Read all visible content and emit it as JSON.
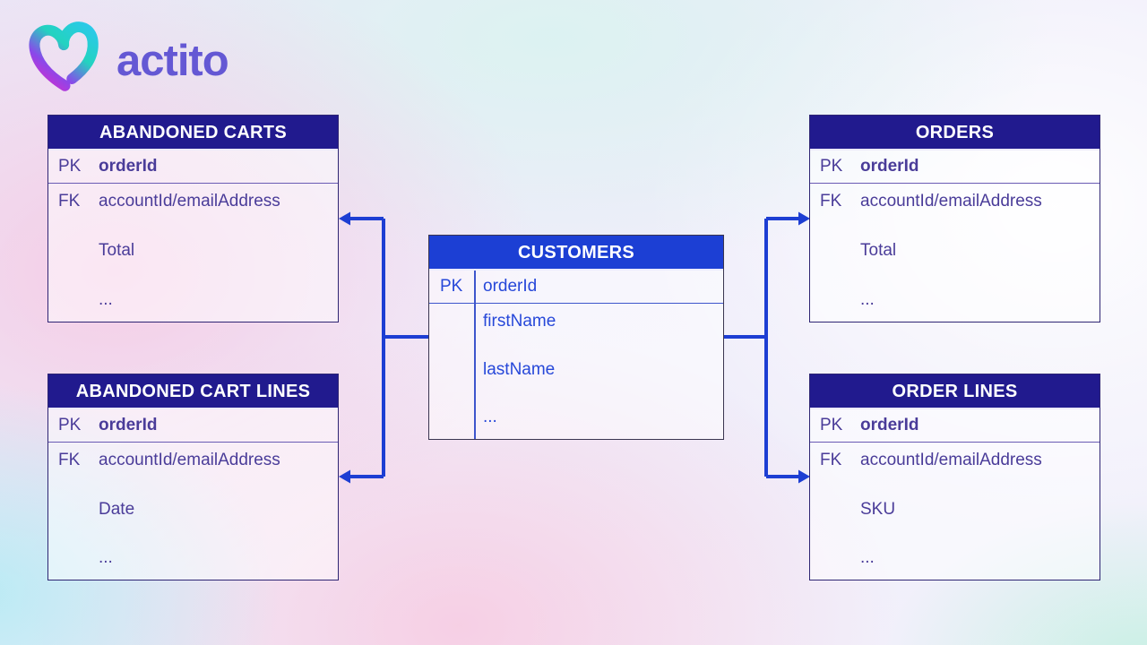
{
  "brand": {
    "name": "actito",
    "icon": "heart-ribbon-icon"
  },
  "colors": {
    "header_navy": "#211a8e",
    "header_blue": "#1c3fd4",
    "connector_blue": "#1d3ed3",
    "table_text_purple": "#4a3c99",
    "table_text_blue": "#2748d9",
    "brand_purple": "#6458d4"
  },
  "diagram": {
    "tables": [
      {
        "id": "abandoned-carts",
        "title": "ABANDONED CARTS",
        "pk_label": "PK",
        "pk_field": "orderId",
        "fk_label": "FK",
        "fields": [
          "accountId/emailAddress",
          "Total",
          "..."
        ]
      },
      {
        "id": "abandoned-cart-lines",
        "title": "ABANDONED CART LINES",
        "pk_label": "PK",
        "pk_field": "orderId",
        "fk_label": "FK",
        "fields": [
          "accountId/emailAddress",
          "Date",
          "..."
        ]
      },
      {
        "id": "customers",
        "title": "CUSTOMERS",
        "pk_label": "PK",
        "pk_field": "orderId",
        "fields": [
          "firstName",
          "lastName",
          "..."
        ]
      },
      {
        "id": "orders",
        "title": "ORDERS",
        "pk_label": "PK",
        "pk_field": "orderId",
        "fk_label": "FK",
        "fields": [
          "accountId/emailAddress",
          "Total",
          "..."
        ]
      },
      {
        "id": "order-lines",
        "title": "ORDER LINES",
        "pk_label": "PK",
        "pk_field": "orderId",
        "fk_label": "FK",
        "fields": [
          "accountId/emailAddress",
          "SKU",
          "..."
        ]
      }
    ],
    "relationships": [
      {
        "from": "CUSTOMERS",
        "to": "ABANDONED CARTS"
      },
      {
        "from": "CUSTOMERS",
        "to": "ABANDONED CART LINES"
      },
      {
        "from": "CUSTOMERS",
        "to": "ORDERS"
      },
      {
        "from": "CUSTOMERS",
        "to": "ORDER LINES"
      }
    ]
  }
}
